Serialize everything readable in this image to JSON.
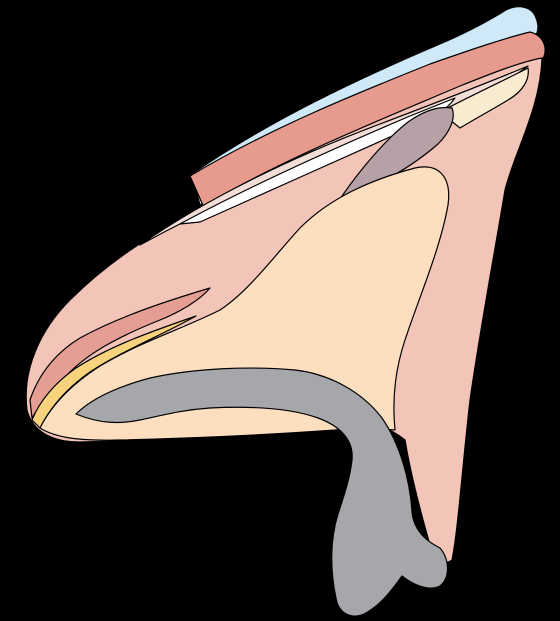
{
  "diagram": {
    "background": "#000000",
    "outline": "#000000",
    "layers": [
      {
        "name": "outer-skin-blue",
        "color": "#cfe9f8"
      },
      {
        "name": "coral-layer",
        "color": "#e79b8e"
      },
      {
        "name": "pale-pink-layer",
        "color": "#f2ddd7"
      },
      {
        "name": "white-layer",
        "color": "#ffffff"
      },
      {
        "name": "mauve-layer",
        "color": "#b6a1a6"
      },
      {
        "name": "cream-layer",
        "color": "#f8ebd0"
      },
      {
        "name": "pink-tissue",
        "color": "#f3c4b8"
      },
      {
        "name": "dark-pink-band",
        "color": "#e59e94"
      },
      {
        "name": "yellow-band",
        "color": "#f7d37d"
      },
      {
        "name": "peach-core",
        "color": "#fddfc0"
      },
      {
        "name": "gray-structure",
        "color": "#a6a7ab"
      }
    ]
  }
}
